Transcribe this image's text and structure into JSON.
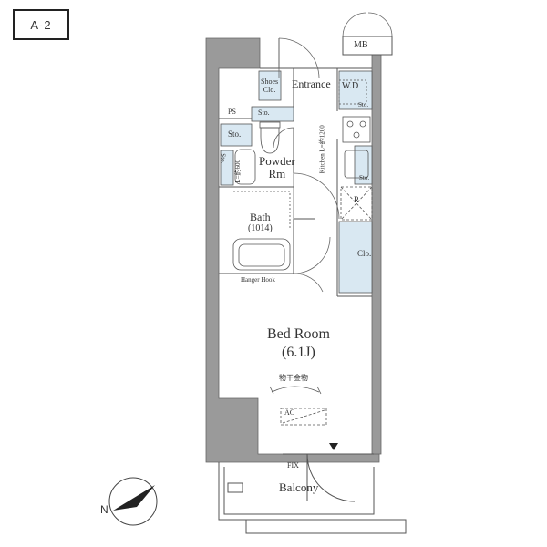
{
  "unit_tag": "A-2",
  "rooms": {
    "mb": "MB",
    "entrance": "Entrance",
    "shoes_1": "Shoes",
    "shoes_2": "Clo.",
    "wd": "W.D",
    "ps": "PS",
    "sto_top": "Sto.",
    "sto_left": "Sto.",
    "sto_wd": "Sto.",
    "sto_kitchen": "Sto.",
    "sto_vertical": "Sto.",
    "powder_1": "Powder",
    "powder_2": "Rm",
    "kitchen": "Kitchen L=約1200",
    "left_dim": "L=約600",
    "fridge": "R",
    "bath_1": "Bath",
    "bath_2": "(1014)",
    "clo": "Clo.",
    "hanger": "Hanger Hook",
    "bedroom_1": "Bed Room",
    "bedroom_2": "(6.1J)",
    "laundry": "物干金物",
    "ac": "AC",
    "fix": "FIX",
    "balcony": "Balcony",
    "north": "N"
  },
  "colors": {
    "wall": "#9a9a9a",
    "storage": "#d9e8f2",
    "line": "#555555"
  }
}
